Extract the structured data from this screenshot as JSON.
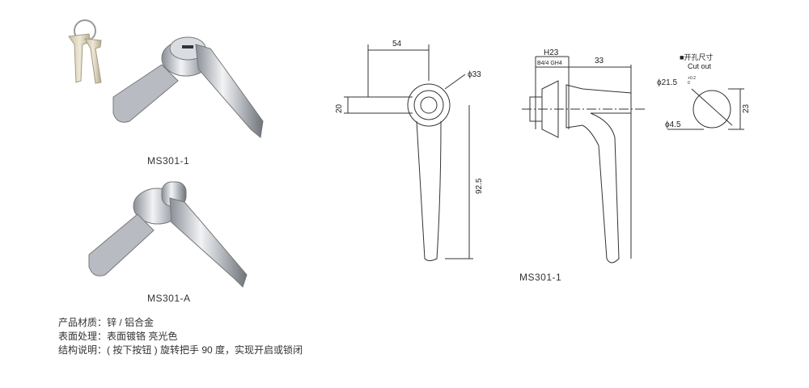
{
  "products": [
    {
      "caption": "MS301-1"
    },
    {
      "caption": "MS301-A"
    }
  ],
  "drawing": {
    "caption": "MS301-1",
    "front_view": {
      "dim_width": "54",
      "dim_diameter": "ϕ33",
      "dim_height": "20",
      "dim_length": "92.5"
    },
    "side_view": {
      "dim_h": "H23",
      "dim_sub": "B4/4 GH4",
      "dim_depth": "33"
    },
    "cutout": {
      "title": "■开孔尺寸",
      "subtitle": "Cut out",
      "dim_diameter": "ϕ21.5",
      "tolerance_upper": "+0.2",
      "tolerance_lower": "0",
      "dim_flat": "23",
      "dim_small": "ϕ4.5"
    }
  },
  "specs": [
    {
      "label": "产品材质：",
      "value": "锌 / 铝合金"
    },
    {
      "label": "表面处理：",
      "value": "表面镀铬 亮光色"
    },
    {
      "label": "结构说明：",
      "value": "( 按下按钮 ) 旋转把手 90 度，实现开启或锁闭"
    }
  ]
}
